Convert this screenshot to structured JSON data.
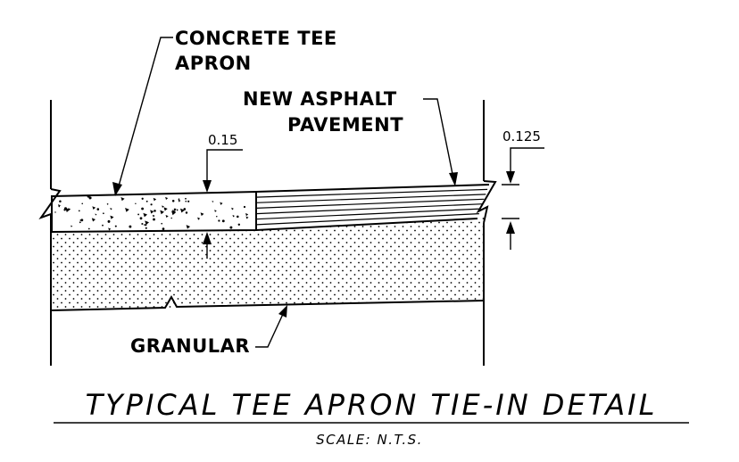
{
  "labels": {
    "concrete_line1": "CONCRETE TEE",
    "concrete_line2": "APRON",
    "asphalt_line1": "NEW ASPHALT",
    "asphalt_line2": "PAVEMENT",
    "granular": "GRANULAR"
  },
  "dimensions": {
    "concrete_thickness": "0.15",
    "asphalt_thickness": "0.125"
  },
  "title": "TYPICAL TEE APRON TIE-IN DETAIL",
  "scale": "SCALE: N.T.S."
}
